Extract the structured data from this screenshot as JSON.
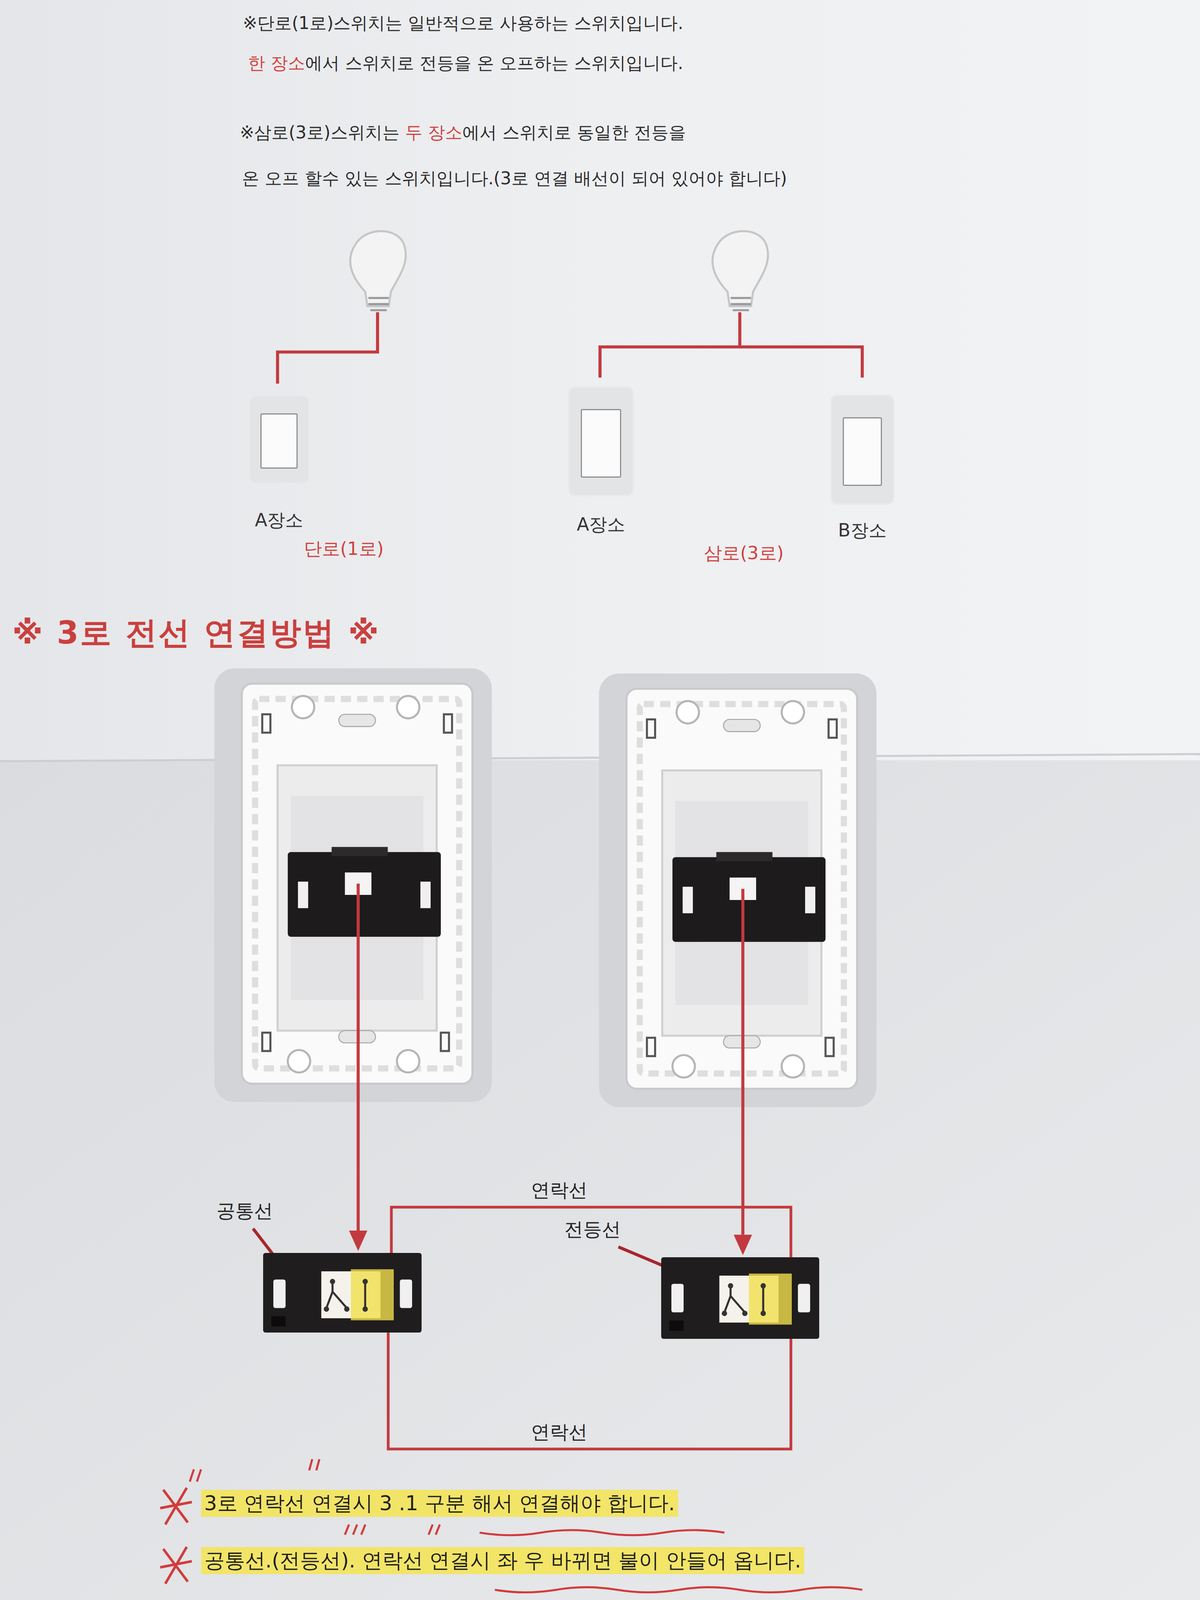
{
  "diagram": {
    "title": "※ 3로 전선 연결방법 ※",
    "nodes": [
      {
        "text": [
          "A장소"
        ]
      },
      {
        "text": [
          "A장소"
        ]
      },
      {
        "text": [
          "B장소"
        ]
      },
      {
        "text": [
          "공통선"
        ]
      },
      {
        "text": [
          "전등선"
        ]
      }
    ],
    "edges": [
      {
        "from": 3,
        "to": 4,
        "arrow": "none",
        "label": "연락선"
      },
      {
        "from": 3,
        "to": 4,
        "arrow": "none",
        "label": "연락선"
      }
    ],
    "labels": [
      "※단로(1로)스위치는 일반적으로 사용하는 스위치입니다.",
      "한 장소에서 스위치로 전등을 온 오프하는 스위치입니다.",
      "※삼로(3로)스위치는 두 장소에서 스위치로 동일한 전등을",
      "온 오프 할수 있는 스위치입니다.(3로 연결 배선이 되어 있어야 합니다)",
      "단로(1로)",
      "삼로(3로)",
      "3로 연락선 연결시 3 .1 구분 해서 연결해야 합니다.",
      "공통선.(전등선). 연락선 연결시 좌 우 바뀌면 불이 안들어 옵니다."
    ]
  }
}
